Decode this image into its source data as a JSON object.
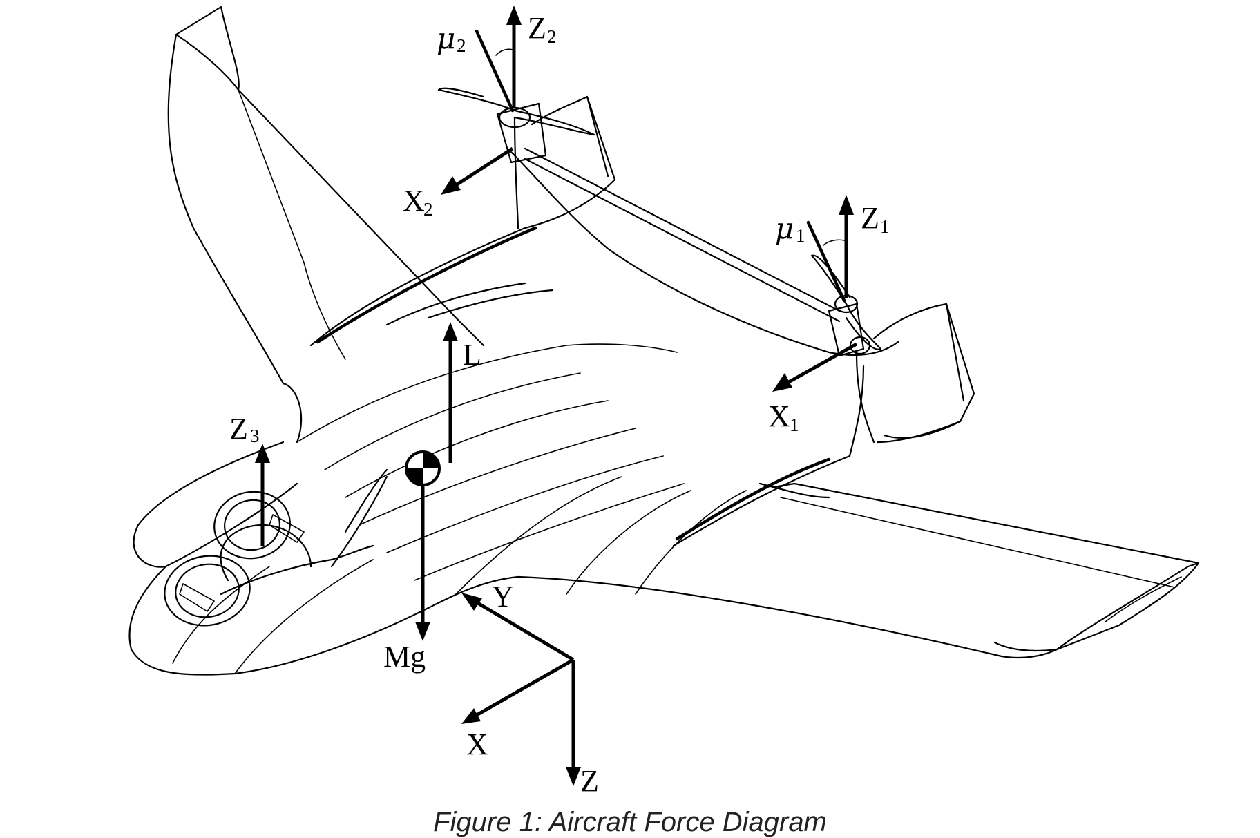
{
  "labels": {
    "z2": "Z",
    "z2_sub": "2",
    "mu2": "μ",
    "mu2_sub": "2",
    "x2": "X",
    "x2_sub": "2",
    "z1": "Z",
    "z1_sub": "1",
    "mu1": "μ",
    "mu1_sub": "1",
    "x1": "X",
    "x1_sub": "1",
    "z3": "Z",
    "z3_sub": "3",
    "lift": "L",
    "weight": "Mg",
    "axis_y": "Y",
    "axis_x": "X",
    "axis_z": "Z"
  },
  "caption": "Figure 1: Aircraft Force Diagram"
}
